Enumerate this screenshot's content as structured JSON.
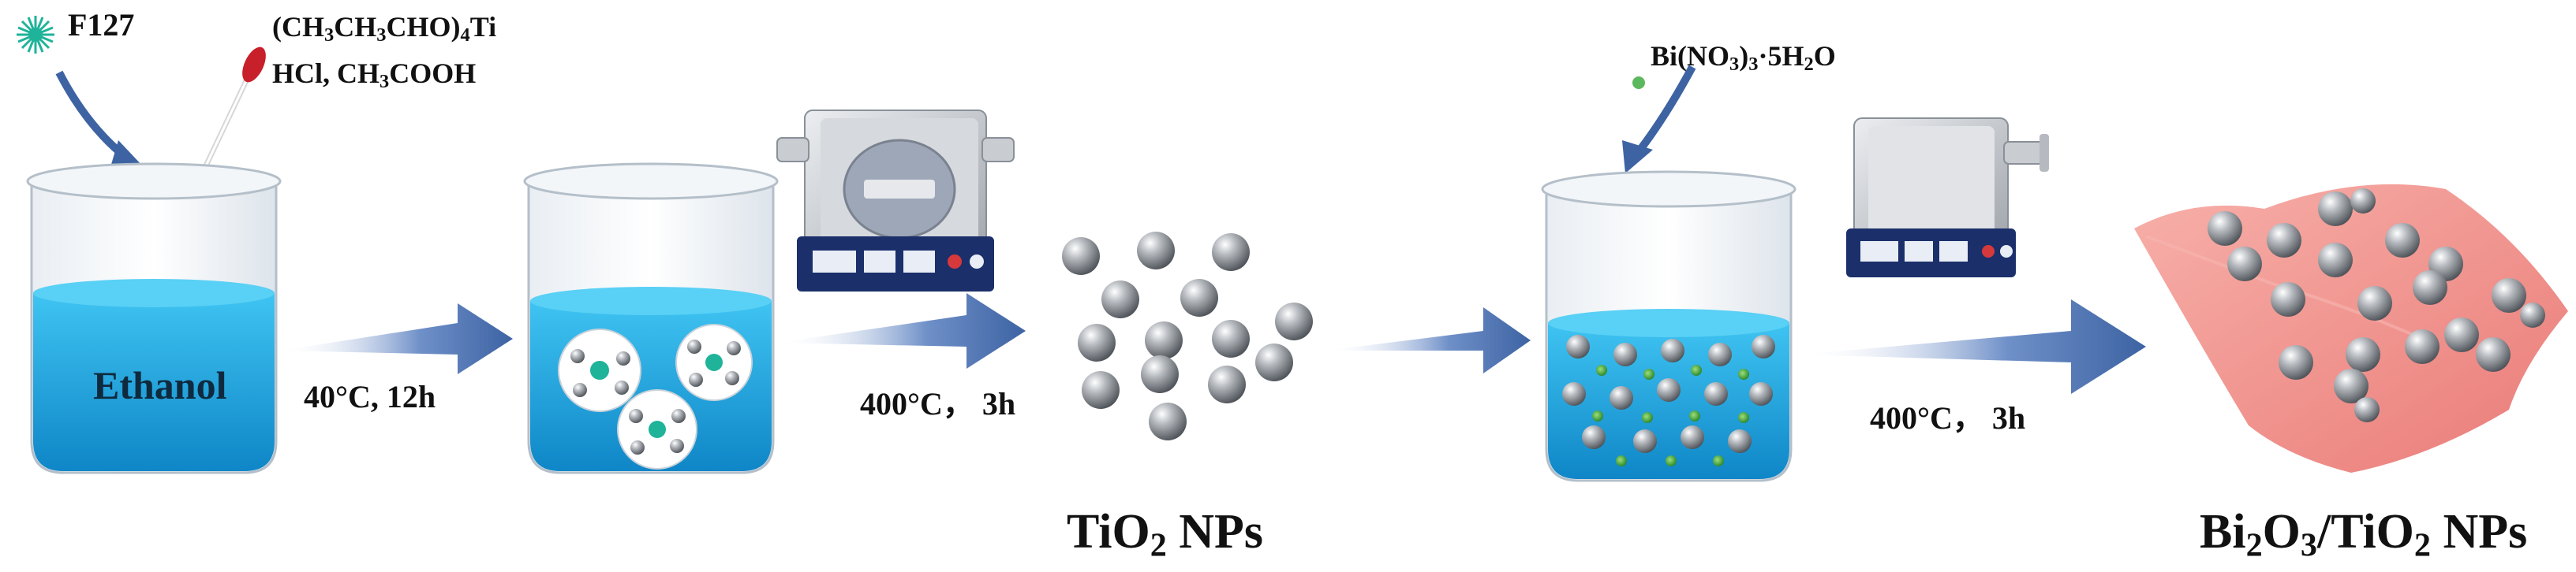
{
  "labels": {
    "f127": "F127",
    "reagent_line1_a": "(CH",
    "reagent_line1_s1": "3",
    "reagent_line1_b": "CH",
    "reagent_line1_s2": "3",
    "reagent_line1_c": "CHO)",
    "reagent_line1_s3": "4",
    "reagent_line1_d": "Ti",
    "reagent_line2_a": "HCl, CH",
    "reagent_line2_s1": "3",
    "reagent_line2_b": "COOH",
    "ethanol": "Ethanol",
    "cond1": "40°C, 12h",
    "cond2": "400°C， 3h",
    "tio2_a": "TiO",
    "tio2_s": "2",
    "tio2_b": " NPs",
    "bi_a": "Bi(NO",
    "bi_s1": "3",
    "bi_b": ")",
    "bi_s2": "3",
    "bi_c": "·5H",
    "bi_s3": "2",
    "bi_d": "O",
    "cond3": "400°C， 3h",
    "final_a": "Bi",
    "final_s1": "2",
    "final_b": "O",
    "final_s2": "3",
    "final_c": "/TiO",
    "final_s3": "2",
    "final_d": " NPs"
  },
  "colors": {
    "solution_blue": "#1e9fd8",
    "arrow_blue": "#3d63a3",
    "sheet_pink": "#f08a86",
    "furnace_body": "#c9ccd1",
    "panel_navy": "#1b2f6b",
    "dropper_red": "#c8202a",
    "micelle_teal": "#1fb39a"
  }
}
